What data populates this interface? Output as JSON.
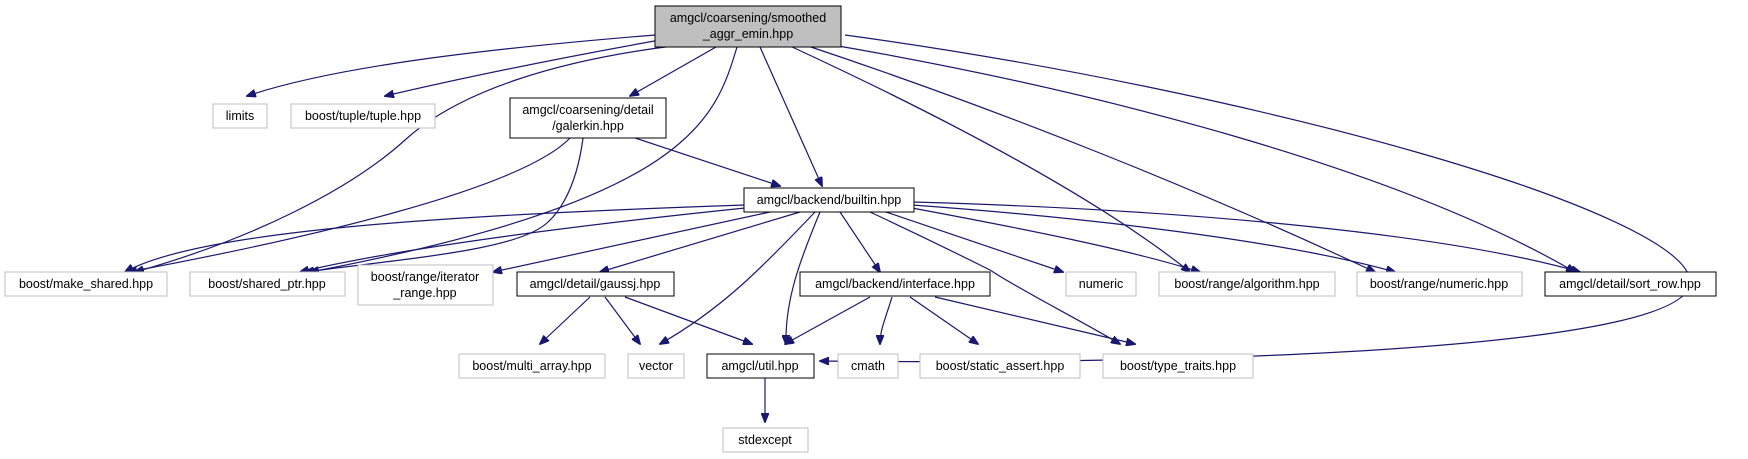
{
  "colors": {
    "edge": "#191970",
    "root_fill": "#bfbfbf",
    "documented_border": "#000000",
    "external_border": "#bfbfbf",
    "background": "#ffffff"
  },
  "nodes": {
    "root": {
      "line1": "amgcl/coarsening/smoothed",
      "line2": "_aggr_emin.hpp"
    },
    "limits": {
      "label": "limits"
    },
    "tuple": {
      "label": "boost/tuple/tuple.hpp"
    },
    "galerkin": {
      "line1": "amgcl/coarsening/detail",
      "line2": "/galerkin.hpp"
    },
    "builtin": {
      "label": "amgcl/backend/builtin.hpp"
    },
    "make_shared": {
      "label": "boost/make_shared.hpp"
    },
    "shared_ptr": {
      "label": "boost/shared_ptr.hpp"
    },
    "iterator_range": {
      "line1": "boost/range/iterator",
      "line2": "_range.hpp"
    },
    "gaussj": {
      "label": "amgcl/detail/gaussj.hpp"
    },
    "interface": {
      "label": "amgcl/backend/interface.hpp"
    },
    "numeric": {
      "label": "numeric"
    },
    "algorithm": {
      "label": "boost/range/algorithm.hpp"
    },
    "range_numeric": {
      "label": "boost/range/numeric.hpp"
    },
    "sort_row": {
      "label": "amgcl/detail/sort_row.hpp"
    },
    "multi_array": {
      "label": "boost/multi_array.hpp"
    },
    "vector": {
      "label": "vector"
    },
    "util": {
      "label": "amgcl/util.hpp"
    },
    "cmath": {
      "label": "cmath"
    },
    "static_assert": {
      "label": "boost/static_assert.hpp"
    },
    "type_traits": {
      "label": "boost/type_traits.hpp"
    },
    "stdexcept": {
      "label": "stdexcept"
    }
  }
}
